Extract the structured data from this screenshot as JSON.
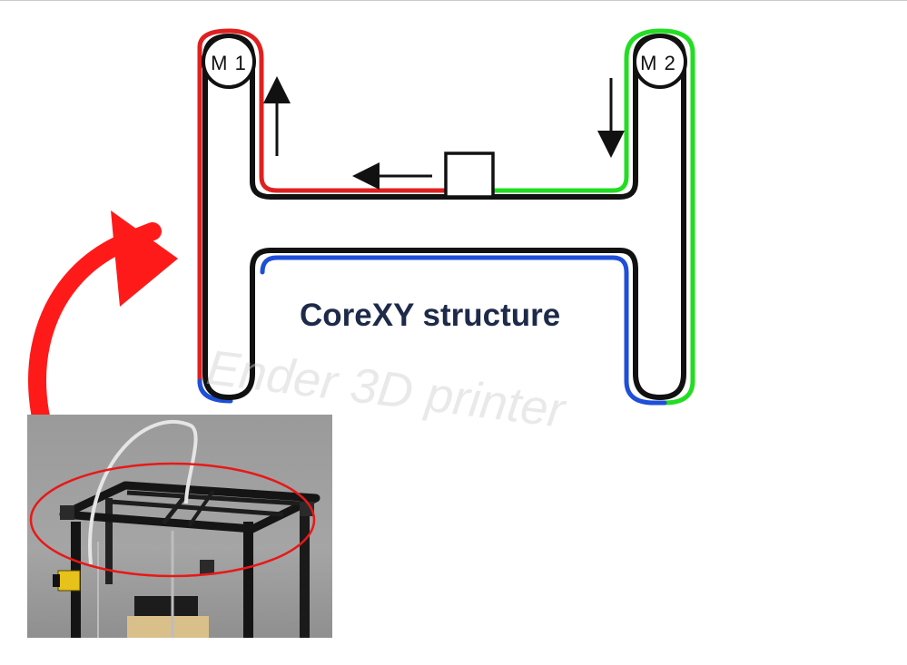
{
  "diagram": {
    "title": "CoreXY structure",
    "watermark": "Ender 3D printer",
    "motors": [
      {
        "label": "M 1"
      },
      {
        "label": "M 2"
      }
    ]
  },
  "colors": {
    "belt_red": "#e02020",
    "belt_green": "#22dd22",
    "belt_blue": "#1f4fd8",
    "frame": "#111111",
    "arrow_curve": "#ff1a1a",
    "title": "#1e2a4a"
  }
}
